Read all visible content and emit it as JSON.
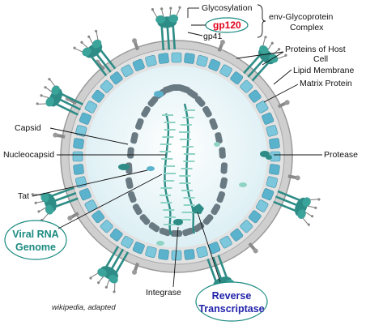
{
  "labels": {
    "glycosylation": "Glycosylation",
    "gp120": "gp120",
    "gp41": "gp41",
    "env_line1": "env-Glycoprotein",
    "env_line2": "Complex",
    "host_line1": "Proteins of Host",
    "host_line2": "Cell",
    "lipid_membrane": "Lipid Membrane",
    "matrix_protein": "Matrix Protein",
    "capsid": "Capsid",
    "nucleocapsid": "Nucleocapsid",
    "protease": "Protease",
    "tat": "Tat",
    "viral_rna_line1": "Viral RNA",
    "viral_rna_line2": "Genome",
    "integrase": "Integrase",
    "rt_line1": "Reverse",
    "rt_line2": "Transcriptase",
    "credit": "wikipedia, adapted"
  },
  "colors": {
    "gp120_text": "#e0001b",
    "viral_rna_text": "#1a8a80",
    "rt_text": "#2222aa",
    "teal": "#2e8c86",
    "teal_light": "#8fd3c4",
    "matrix_blue": "#5ab2cc",
    "capsid_grey": "#6a7a82",
    "membrane_grey": "#c9c9c9",
    "interior": "#eef7f9"
  }
}
